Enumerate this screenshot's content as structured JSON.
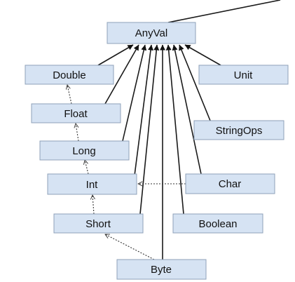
{
  "nodes": {
    "anyval": "AnyVal",
    "double": "Double",
    "unit": "Unit",
    "float": "Float",
    "stringops": "StringOps",
    "long": "Long",
    "int": "Int",
    "char": "Char",
    "short": "Short",
    "boolean": "Boolean",
    "byte": "Byte"
  }
}
